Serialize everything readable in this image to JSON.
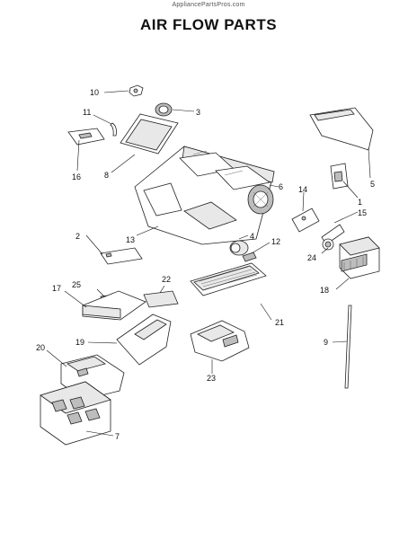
{
  "header": {
    "watermark": "AppliancePartsPros.com",
    "title": "AIR FLOW PARTS"
  },
  "callouts": [
    "10",
    "3",
    "11",
    "16",
    "8",
    "6",
    "13",
    "14",
    "1",
    "5",
    "15",
    "2",
    "4",
    "12",
    "24",
    "18",
    "22",
    "25",
    "17",
    "21",
    "9",
    "19",
    "20",
    "23",
    "7"
  ]
}
